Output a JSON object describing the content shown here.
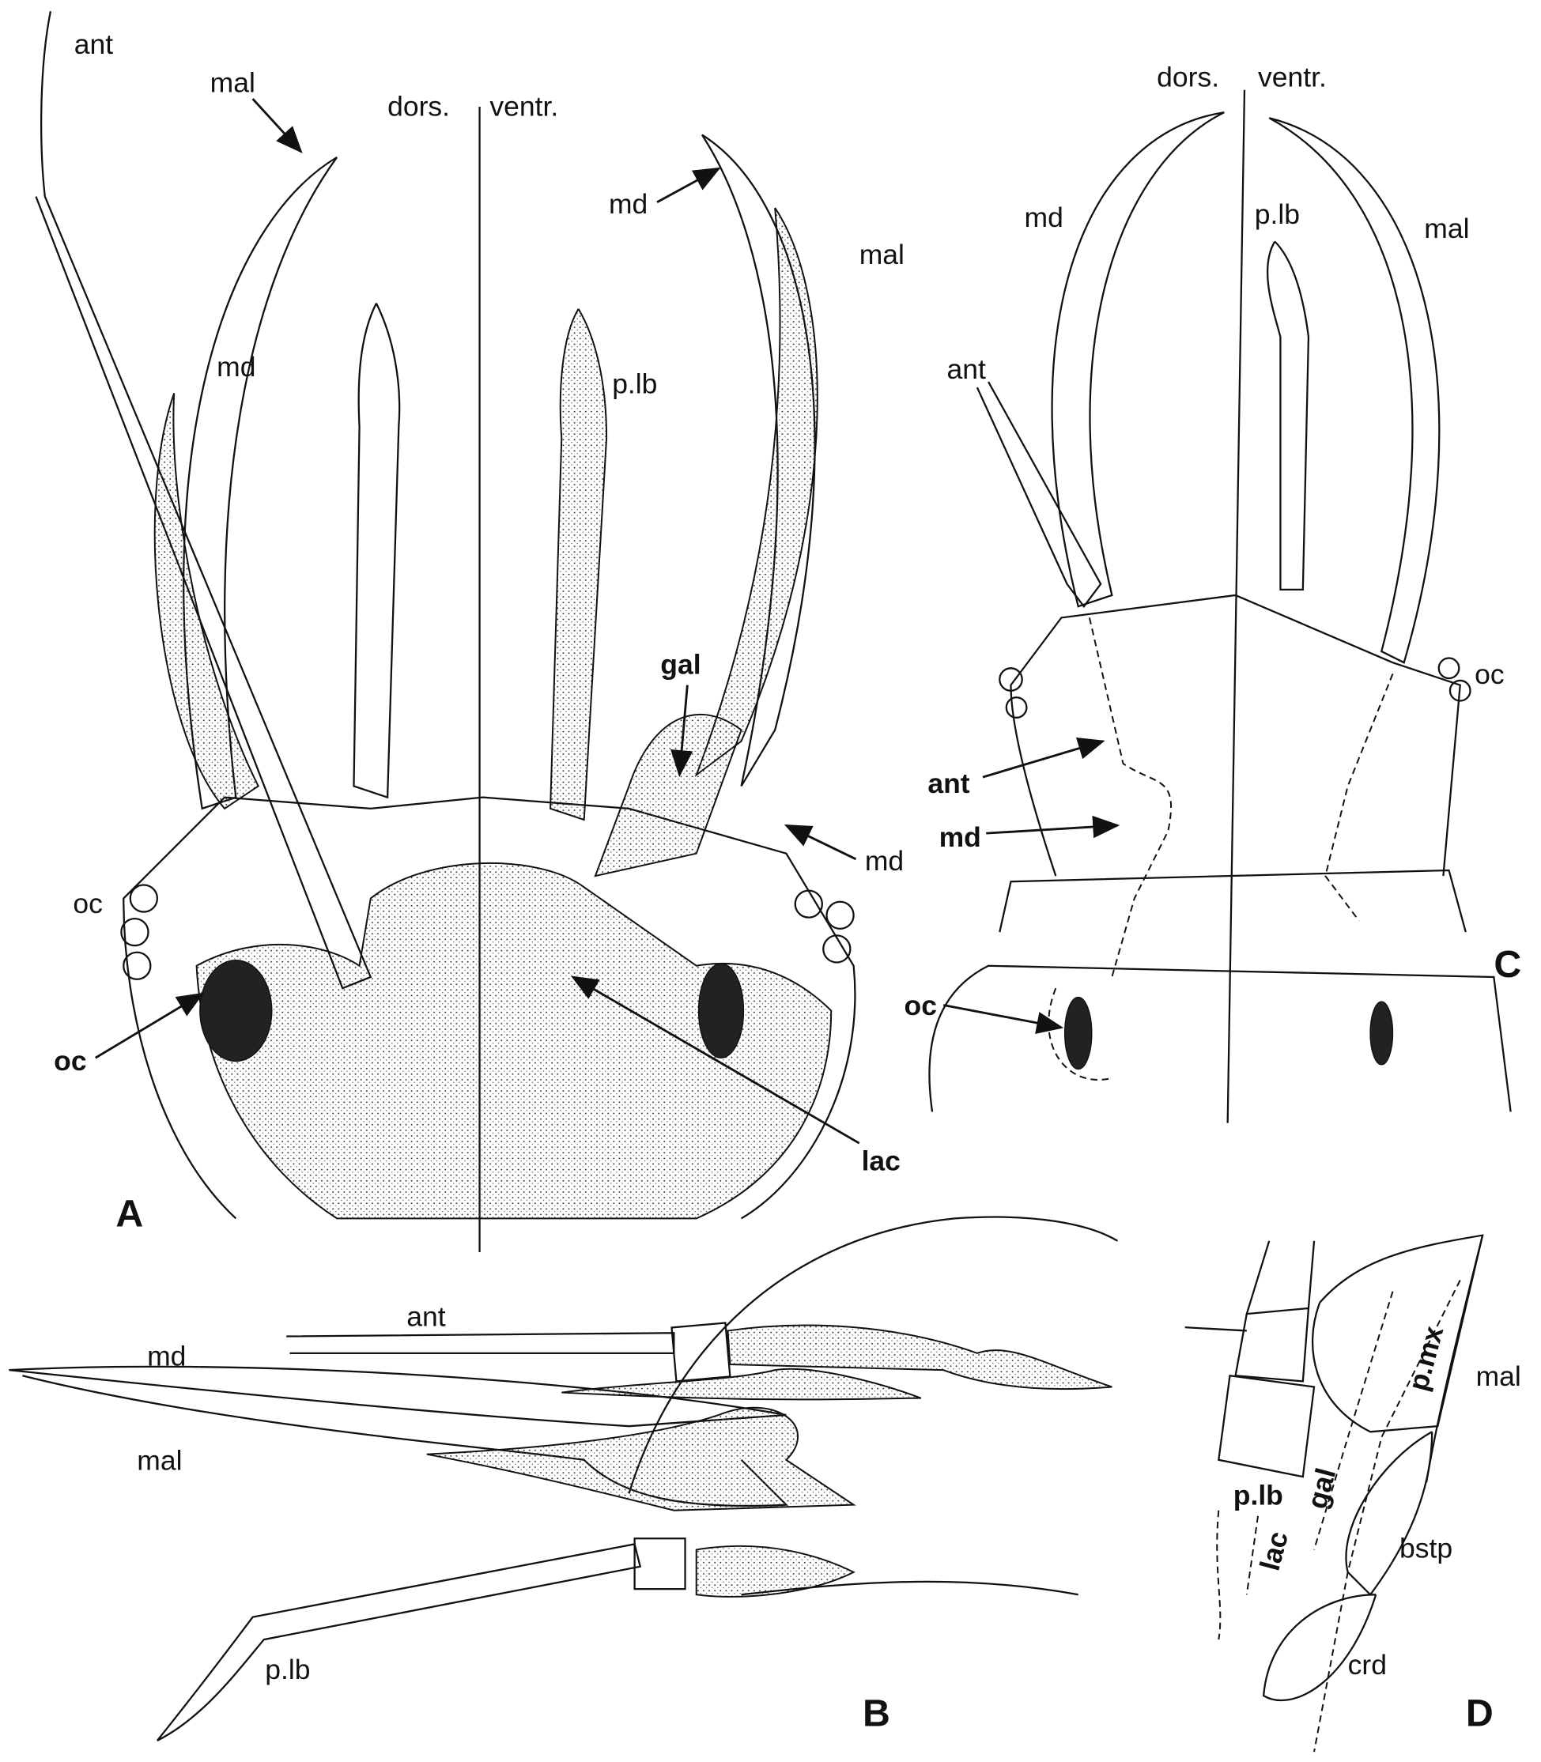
{
  "panel_a": {
    "letter": "A",
    "labels": {
      "ant": "ant",
      "mal_top": "mal",
      "dors": "dors.",
      "ventr": "ventr.",
      "md_right": "md",
      "mal_right": "mal",
      "md_left": "md",
      "plb": "p.lb",
      "gal": "gal",
      "oc_left": "oc",
      "md_lower": "md",
      "oc_bold": "oc",
      "lac": "lac"
    }
  },
  "panel_b": {
    "letter": "B",
    "labels": {
      "ant": "ant",
      "md": "md",
      "mal": "mal",
      "plb": "p.lb"
    }
  },
  "panel_c": {
    "letter": "C",
    "labels": {
      "dors": "dors.",
      "ventr": "ventr.",
      "md": "md",
      "plb": "p.lb",
      "mal": "mal",
      "ant": "ant",
      "oc": "oc",
      "ant_bold": "ant",
      "md_bold": "md",
      "oc_bold": "oc"
    }
  },
  "panel_d": {
    "letter": "D",
    "labels": {
      "pmx": "p.mx",
      "mal": "mal",
      "plb": "p.lb",
      "gal": "gal",
      "lac": "lac",
      "bstp": "bstp",
      "crd": "crd"
    }
  }
}
